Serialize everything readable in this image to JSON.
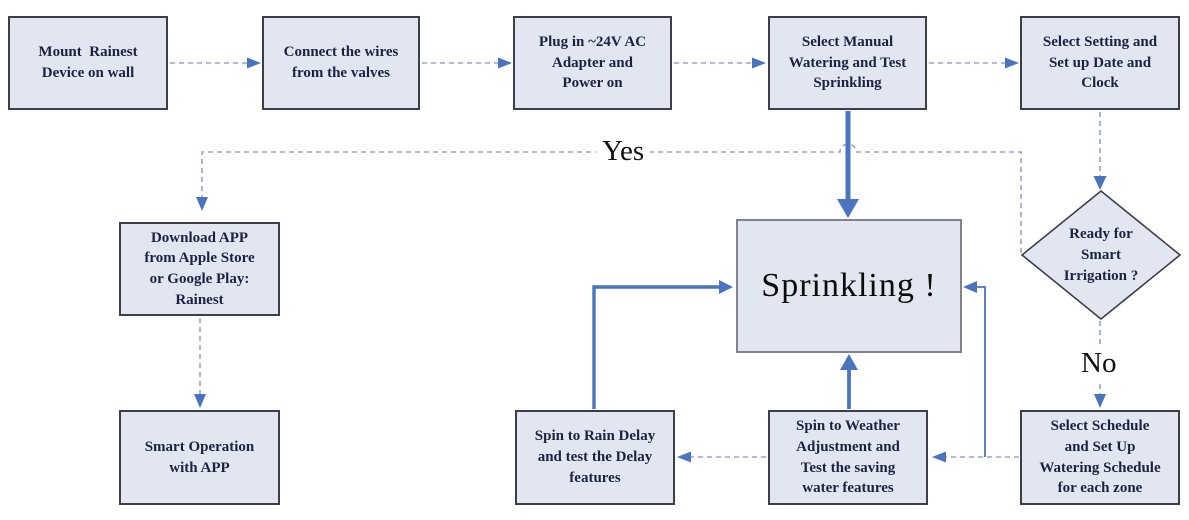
{
  "diagram_type": "flowchart",
  "product": "Rainest sprinkler controller setup flow",
  "colors": {
    "box_fill": "#e2e6f0",
    "box_border": "#3d3f48",
    "sprinkling_border": "#81838c",
    "arrow_blue": "#4a74bd",
    "dash_line": "#98a4c6",
    "node_text": "#1b2342",
    "label_text": "#101010",
    "background": "#ffffff"
  },
  "nodes": {
    "mount": {
      "label": "Mount  Rainest\nDevice on wall"
    },
    "wires": {
      "label": "Connect the wires\nfrom the valves"
    },
    "plug": {
      "label": "Plug in ~24V AC\nAdapter and\nPower on"
    },
    "manual": {
      "label": "Select Manual\nWatering and Test\nSprinkling"
    },
    "setting": {
      "label": "Select Setting and\nSet up Date and\nClock"
    },
    "ready": {
      "label": "Ready for\nSmart\nIrrigation ?"
    },
    "download": {
      "label": "Download APP\nfrom Apple Store\nor Google Play:\nRainest"
    },
    "smartop": {
      "label": "Smart Operation\nwith APP"
    },
    "sprinkling": {
      "label": "Sprinkling !"
    },
    "raindelay": {
      "label": "Spin to Rain Delay\nand test the Delay\nfeatures"
    },
    "weather": {
      "label": "Spin to Weather\nAdjustment and\nTest the saving\nwater features"
    },
    "schedule": {
      "label": "Select Schedule\nand Set Up\nWatering Schedule\nfor each zone"
    }
  },
  "branch_labels": {
    "yes": "Yes",
    "no": "No"
  },
  "edges": [
    {
      "from": "mount",
      "to": "wires",
      "style": "dashed"
    },
    {
      "from": "wires",
      "to": "plug",
      "style": "dashed"
    },
    {
      "from": "plug",
      "to": "manual",
      "style": "dashed"
    },
    {
      "from": "manual",
      "to": "setting",
      "style": "dashed"
    },
    {
      "from": "setting",
      "to": "ready",
      "style": "dashed"
    },
    {
      "from": "manual",
      "to": "sprinkling",
      "style": "solid-thick"
    },
    {
      "from": "ready",
      "to": "download",
      "style": "dashed",
      "label": "Yes"
    },
    {
      "from": "ready",
      "to": "schedule",
      "style": "dashed",
      "label": "No"
    },
    {
      "from": "download",
      "to": "smartop",
      "style": "dashed"
    },
    {
      "from": "schedule",
      "to": "weather",
      "style": "dashed"
    },
    {
      "from": "weather",
      "to": "raindelay",
      "style": "dashed"
    },
    {
      "from": "schedule",
      "to": "sprinkling",
      "style": "solid-thin"
    },
    {
      "from": "weather",
      "to": "sprinkling",
      "style": "solid"
    },
    {
      "from": "raindelay",
      "to": "sprinkling",
      "style": "solid"
    }
  ]
}
